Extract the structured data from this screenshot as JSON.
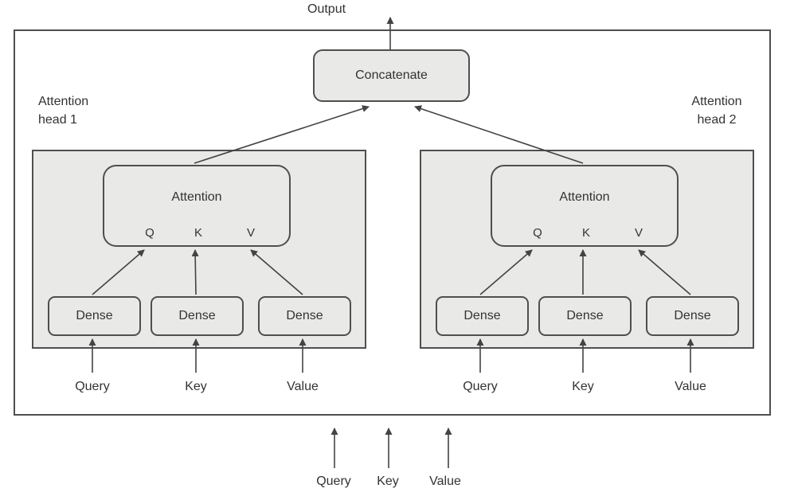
{
  "diagram": {
    "output_label": "Output",
    "concatenate_label": "Concatenate",
    "heads": [
      {
        "label_line1": "Attention",
        "label_line2": "head 1",
        "attention_label": "Attention",
        "ports": [
          "Q",
          "K",
          "V"
        ],
        "dense_labels": [
          "Dense",
          "Dense",
          "Dense"
        ],
        "input_labels": [
          "Query",
          "Key",
          "Value"
        ]
      },
      {
        "label_line1": "Attention",
        "label_line2": "head 2",
        "attention_label": "Attention",
        "ports": [
          "Q",
          "K",
          "V"
        ],
        "dense_labels": [
          "Dense",
          "Dense",
          "Dense"
        ],
        "input_labels": [
          "Query",
          "Key",
          "Value"
        ]
      }
    ],
    "bottom_input_labels": [
      "Query",
      "Key",
      "Value"
    ],
    "colors": {
      "background": "#ffffff",
      "panel_fill": "#e9e9e7",
      "box_fill": "#e9e9e7",
      "border": "#4f4f4f",
      "arrow": "#434343",
      "text": "#333333"
    }
  }
}
